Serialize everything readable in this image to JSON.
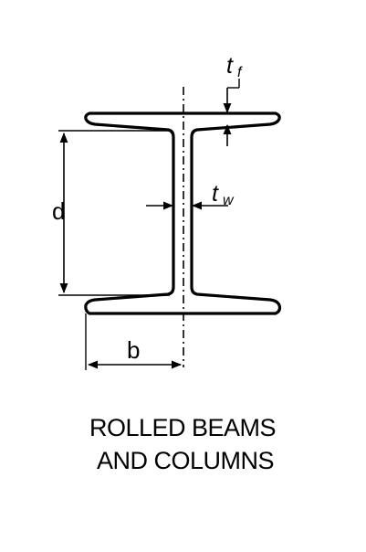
{
  "labels": {
    "flange_thickness": "t",
    "flange_thickness_sub": "f",
    "web_thickness": "t",
    "web_thickness_sub": "w",
    "depth": "d",
    "flange_width": "b"
  },
  "caption": {
    "line1": "ROLLED BEAMS",
    "line2": "AND COLUMNS"
  }
}
